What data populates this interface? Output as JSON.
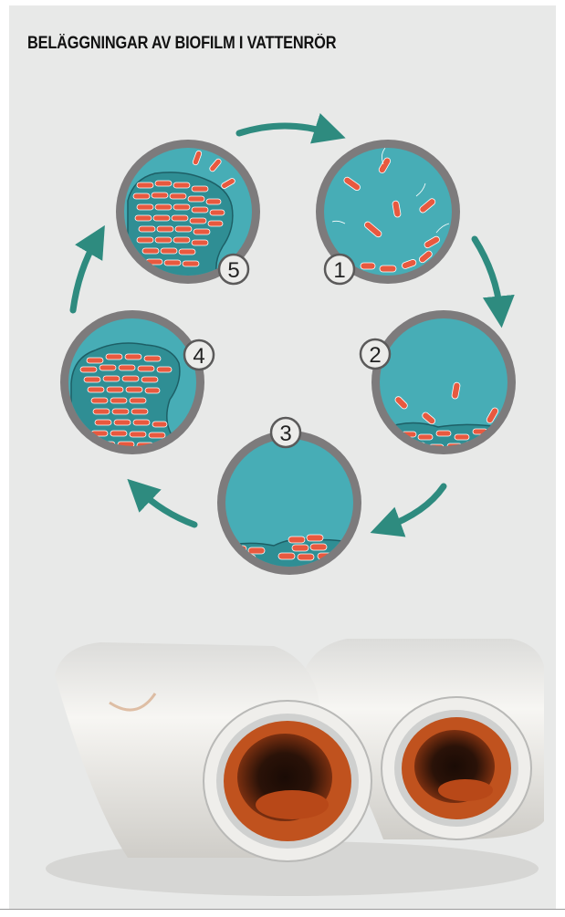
{
  "title": "BELÄGGNINGAR AV BIOFILM I VATTENRÖR",
  "colors": {
    "background": "#e8e9e8",
    "water": "#47adb6",
    "biofilm": "#2f8e94",
    "biofilm_outline": "#1d5f66",
    "bacteria": "#e8593f",
    "pipe_wall": "#7d7b7c",
    "arrow": "#2e8b7f",
    "pipe_plastic": "#f2f1ee",
    "rust": "#c0521e"
  },
  "stages": [
    {
      "number": "1",
      "name": "stage-1"
    },
    {
      "number": "2",
      "name": "stage-2"
    },
    {
      "number": "3",
      "name": "stage-3"
    },
    {
      "number": "4",
      "name": "stage-4"
    },
    {
      "number": "5",
      "name": "stage-5"
    }
  ],
  "photo": {
    "subject": "pipes-with-biofilm-photo"
  }
}
